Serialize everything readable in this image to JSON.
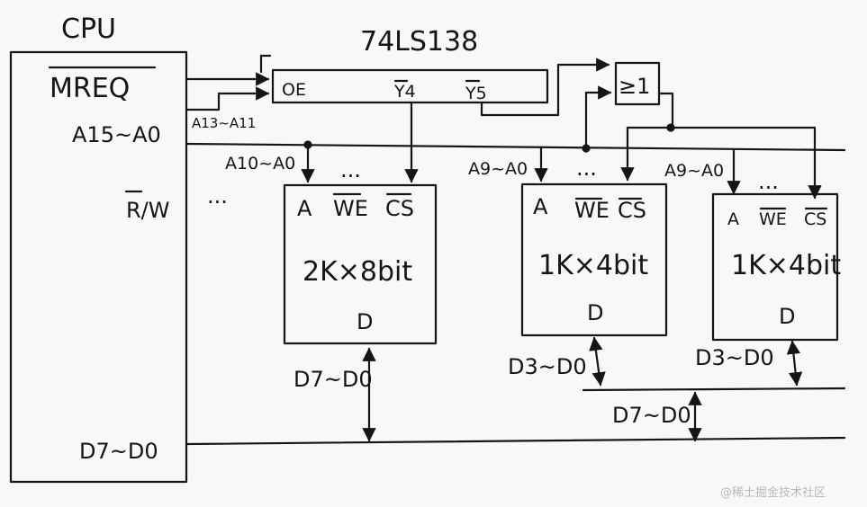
{
  "cpu": {
    "title": "CPU",
    "mreq": "MREQ",
    "addr": "A15~A0",
    "rw": "R/W",
    "data": "D7~D0",
    "dots": "...",
    "mid_dots": "..."
  },
  "decoder": {
    "title": "74LS138",
    "oe": "OE",
    "y4": "Y4",
    "y5": "Y5",
    "input": "A13~A11"
  },
  "or_gate": {
    "label": "≥1"
  },
  "chip1": {
    "addr_in": "A10~A0",
    "a": "A",
    "we": "WE",
    "cs": "CS",
    "size": "2K×8bit",
    "d": "D",
    "data": "D7~D0",
    "dots": "..."
  },
  "chip2": {
    "addr_in": "A9~A0",
    "a": "A",
    "we": "WE",
    "cs": "CS",
    "size": "1K×4bit",
    "d": "D",
    "data": "D3~D0",
    "dots": "..."
  },
  "chip3": {
    "addr_in": "A9~A0",
    "a": "A",
    "we": "WE",
    "cs": "CS",
    "size": "1K×4bit",
    "d": "D",
    "data": "D3~D0",
    "dots": "..."
  },
  "bus_label": "D7~D0",
  "watermark": "@稀土掘金技术社区"
}
